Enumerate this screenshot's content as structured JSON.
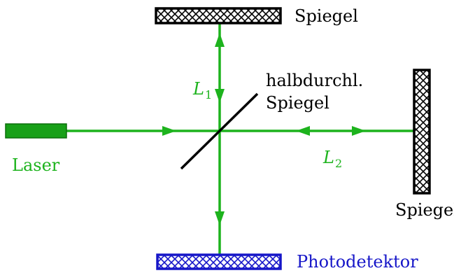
{
  "labels": {
    "mirror_top": "Spiegel",
    "beamsplitter_line1": "halbdurchl.",
    "beamsplitter_line2": "Spiegel",
    "laser": "Laser",
    "mirror_right": "Spiegel",
    "detector": "Photodetektor",
    "arm1": {
      "symbol": "L",
      "index": "1"
    },
    "arm2": {
      "symbol": "L",
      "index": "2"
    }
  },
  "colors": {
    "beam": "#1db31d",
    "laser_fill": "#18a018",
    "mirror": "#000000",
    "detector": "#1616c8",
    "text": "#000000"
  }
}
